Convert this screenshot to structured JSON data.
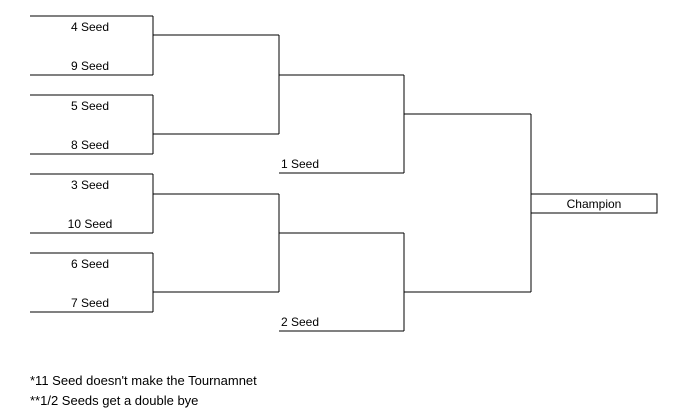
{
  "bracket": {
    "round1": [
      {
        "top": "4 Seed",
        "bottom": "9 Seed"
      },
      {
        "top": "5 Seed",
        "bottom": "8 Seed"
      },
      {
        "top": "3 Seed",
        "bottom": "10 Seed"
      },
      {
        "top": "6 Seed",
        "bottom": "7 Seed"
      }
    ],
    "byes": [
      "1 Seed",
      "2 Seed"
    ],
    "champion_label": "Champion"
  },
  "notes": [
    "*11 Seed doesn't make the Tournamnet",
    "**1/2 Seeds get a double bye"
  ]
}
